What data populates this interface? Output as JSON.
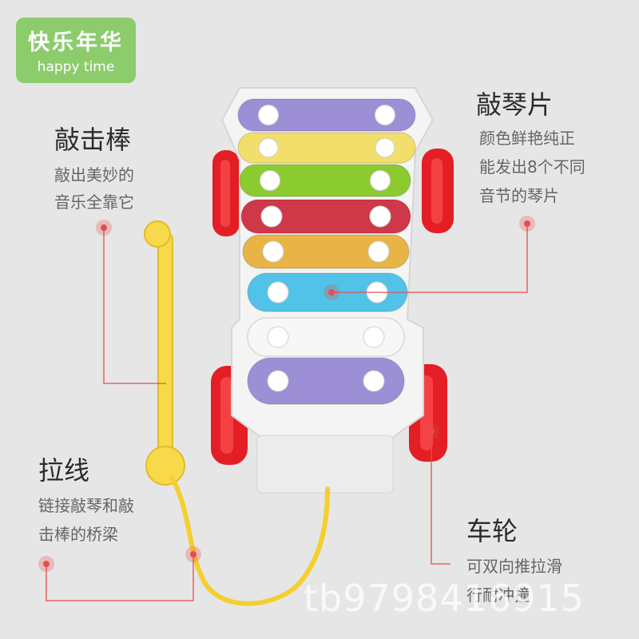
{
  "logo": {
    "title": "快乐年华",
    "subtitle": "happy time"
  },
  "callouts": {
    "mallet": {
      "title": "敲击棒",
      "lines": [
        "敲出美妙的",
        "音乐全靠它"
      ]
    },
    "keys": {
      "title": "敲琴片",
      "lines": [
        "颜色鲜艳纯正",
        "能发出8个不同",
        "音节的琴片"
      ]
    },
    "string": {
      "title": "拉线",
      "lines": [
        "链接敲琴和敲",
        "击棒的桥梁"
      ]
    },
    "wheels": {
      "title": "车轮",
      "lines": [
        "可双向推拉滑",
        "行耐冲撞"
      ]
    }
  },
  "watermark": "tb9798416915",
  "bars": [
    {
      "color": "#9d8fd6"
    },
    {
      "color": "#f2de6b"
    },
    {
      "color": "#8ccb2f"
    },
    {
      "color": "#cf3848"
    },
    {
      "color": "#e8b446"
    },
    {
      "color": "#52c3e8"
    },
    {
      "color": "#f7f7f7"
    },
    {
      "color": "#9d8fd6"
    }
  ],
  "colors": {
    "accent_red": "#e74c4c",
    "mallet_yellow": "#f7d94a",
    "wheel_red": "#e31e24",
    "logo_green": "#8ccc6c"
  }
}
